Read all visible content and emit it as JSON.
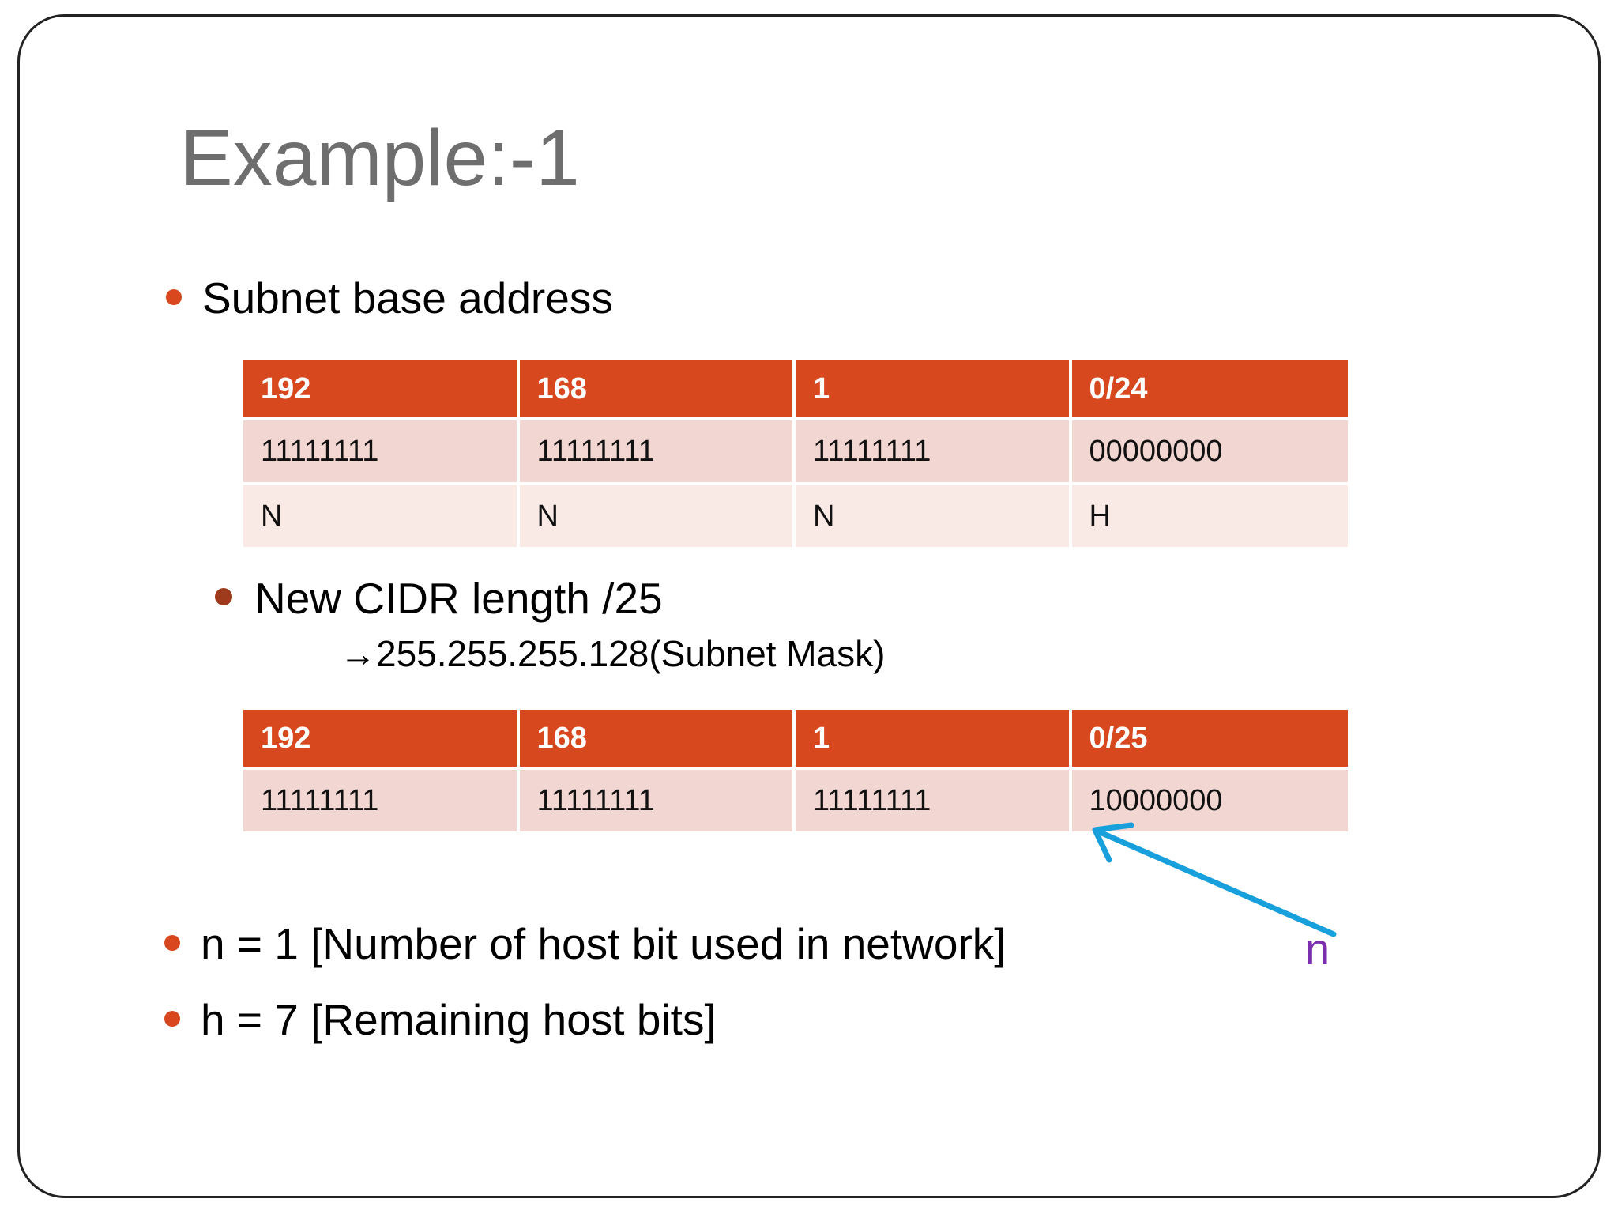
{
  "slide": {
    "title": "Example:-1",
    "title_color": "#6e6e6e",
    "accent_color": "#d8481f",
    "bullet_l2_color": "#9e3b1c",
    "annotation_color": "#7b2fae",
    "arrow_color": "#18a0dc",
    "header_bg": "#d8481f",
    "row_a_bg": "#f2d6d1",
    "row_b_bg": "#faeae6"
  },
  "bullets": {
    "subnet_base_address": "Subnet base address",
    "new_cidr_length": "New CIDR length /25",
    "subnet_mask_line": "→255.255.255.128(Subnet Mask)",
    "n_line": "n = 1 [Number of host bit used in network]",
    "h_line": "h = 7 [Remaining host bits]"
  },
  "table_1": {
    "headers": [
      "192",
      "168",
      "1",
      "0/24"
    ],
    "rows": [
      [
        "11111111",
        "11111111",
        "11111111",
        "00000000"
      ],
      [
        "N",
        "N",
        "N",
        "H"
      ]
    ]
  },
  "table_2": {
    "headers": [
      "192",
      "168",
      "1",
      "0/25"
    ],
    "rows": [
      [
        "11111111",
        "11111111",
        "11111111",
        "10000000"
      ]
    ]
  },
  "annotation": {
    "label": "n",
    "arrow_icon": "arrow-up-left-icon"
  }
}
